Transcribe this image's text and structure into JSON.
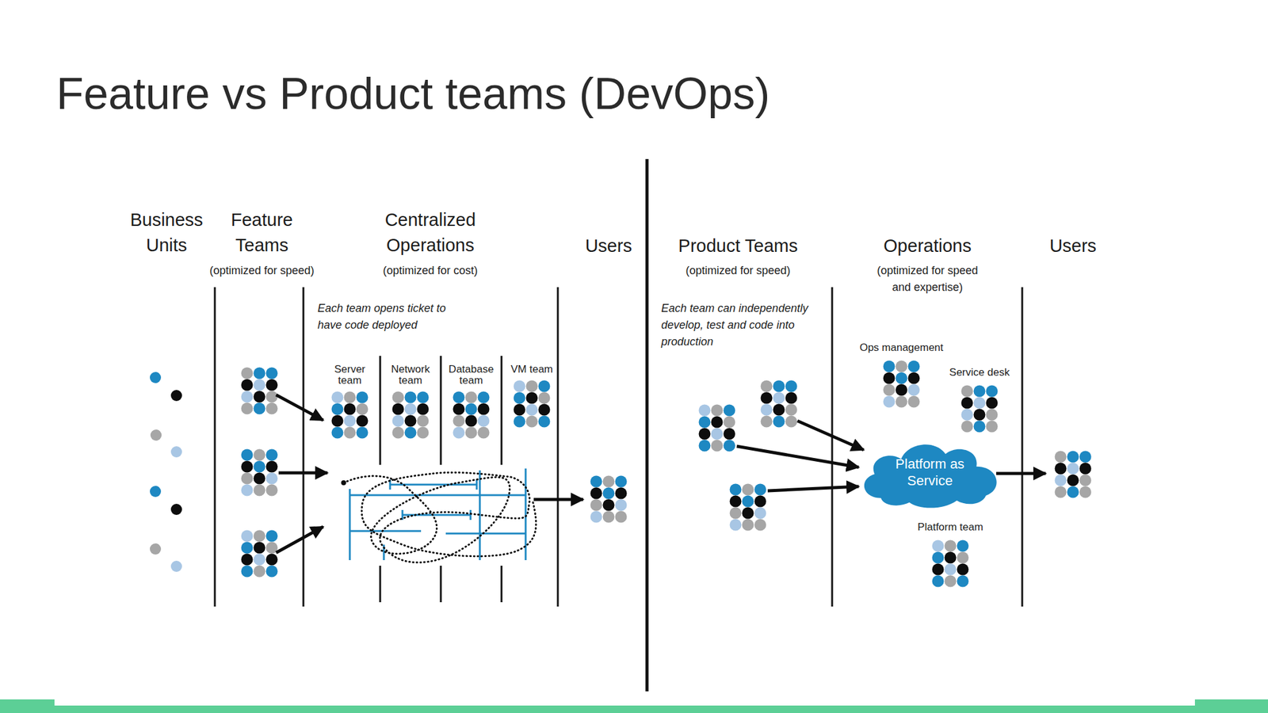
{
  "diagram": {
    "title": "Feature vs Product teams (DevOps)",
    "nodes": [
      {
        "text": [
          "Server team"
        ]
      },
      {
        "text": [
          "Network team"
        ]
      },
      {
        "text": [
          "Database team"
        ]
      },
      {
        "text": [
          "VM team"
        ]
      },
      {
        "text": [
          "Ops management"
        ]
      },
      {
        "text": [
          "Service desk"
        ]
      },
      {
        "text": [
          "Platform as Service"
        ]
      },
      {
        "text": [
          "Platform team"
        ]
      }
    ],
    "labels": [
      "Business Units",
      "Feature Teams",
      "(optimized for speed)",
      "Centralized Operations",
      "(optimized for cost)",
      "Users",
      "Each team opens ticket to have code deployed",
      "Product Teams",
      "(optimized for speed)",
      "Operations",
      "(optimized for speed and expertise)",
      "Users",
      "Each team can independently develop, test and code into production"
    ]
  }
}
